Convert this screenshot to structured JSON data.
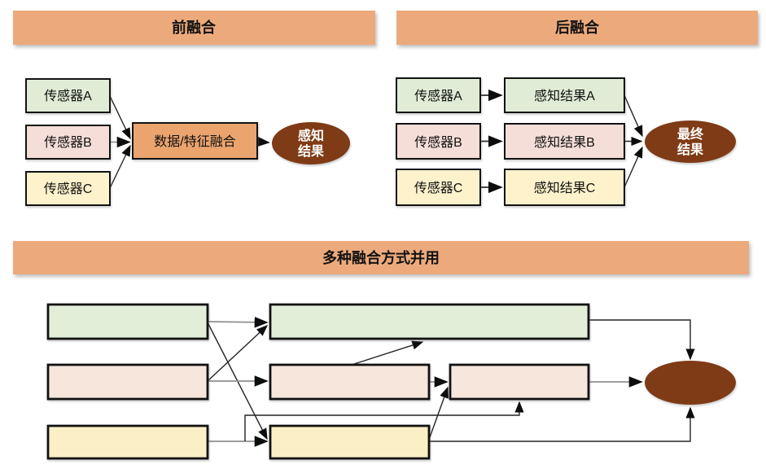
{
  "colors": {
    "header": "#ecaa7c",
    "fusion_box": "#eba46e",
    "sensor_green": "#e0ecd5",
    "sensor_pink": "#f5ded7",
    "sensor_yellow": "#fdf2cb",
    "stage_green": "#e2eed8",
    "stage_pink": "#f6e6dc",
    "stage_yellow": "#fbf0c5",
    "result_ellipse": "#7f3b16"
  },
  "pre_fusion": {
    "title": "前融合",
    "sensors": [
      "传感器A",
      "传感器B",
      "传感器C"
    ],
    "fusion_label": "数据/特征融合",
    "result_lines": [
      "感知",
      "结果"
    ]
  },
  "post_fusion": {
    "title": "后融合",
    "sensors": [
      "传感器A",
      "传感器B",
      "传感器C"
    ],
    "results": [
      "感知结果A",
      "感知结果B",
      "感知结果C"
    ],
    "final_lines": [
      "最终",
      "结果"
    ]
  },
  "multi_fusion": {
    "title": "多种融合方式并用"
  }
}
